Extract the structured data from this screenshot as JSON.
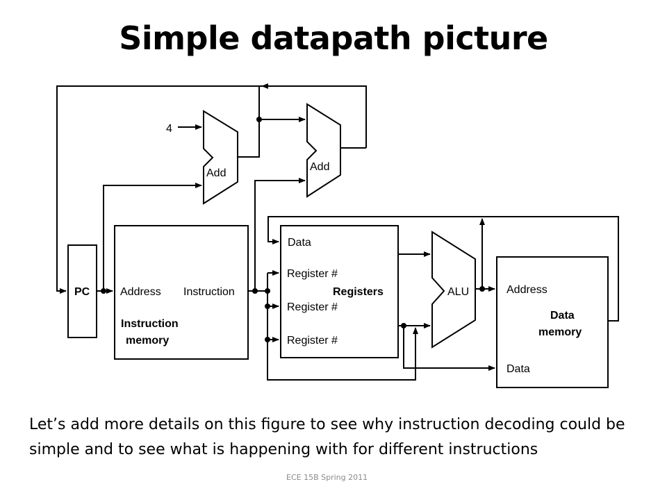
{
  "slide": {
    "title": "Simple datapath picture",
    "body": "Let’s add more details on this figure to see why instruction decoding could be simple and to see what is happening with for different instructions",
    "footer": "ECE 15B Spring 2011"
  },
  "diagram": {
    "const_four": "4",
    "pc_label": "PC",
    "adder1_label": "Add",
    "adder2_label": "Add",
    "imem": {
      "address": "Address",
      "instruction": "Instruction",
      "title_line1": "Instruction",
      "title_line2": "memory"
    },
    "regs": {
      "data": "Data",
      "reg1": "Register #",
      "reg2": "Register #",
      "reg3": "Register #",
      "title": "Registers"
    },
    "alu_label": "ALU",
    "dmem": {
      "address": "Address",
      "data": "Data",
      "title_line1": "Data",
      "title_line2": "memory"
    }
  }
}
